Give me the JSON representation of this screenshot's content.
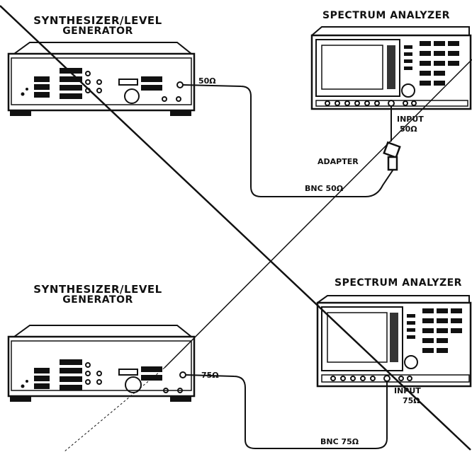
{
  "top_setup": {
    "generator_title_line1": "SYNTHESIZER/LEVEL",
    "generator_title_line2": "GENERATOR",
    "analyzer_title": "SPECTRUM ANALYZER",
    "generator_output_label": "50Ω",
    "analyzer_input_label_line1": "INPUT",
    "analyzer_input_label_line2": "50Ω",
    "adapter_label": "ADAPTER",
    "cable_label": "BNC 50Ω"
  },
  "bottom_setup": {
    "generator_title_line1": "SYNTHESIZER/LEVEL",
    "generator_title_line2": "GENERATOR",
    "analyzer_title": "SPECTRUM ANALYZER",
    "generator_output_label": "75Ω",
    "analyzer_input_label_line1": "INPUT",
    "analyzer_input_label_line2": "75Ω",
    "cable_label": "BNC 75Ω"
  }
}
